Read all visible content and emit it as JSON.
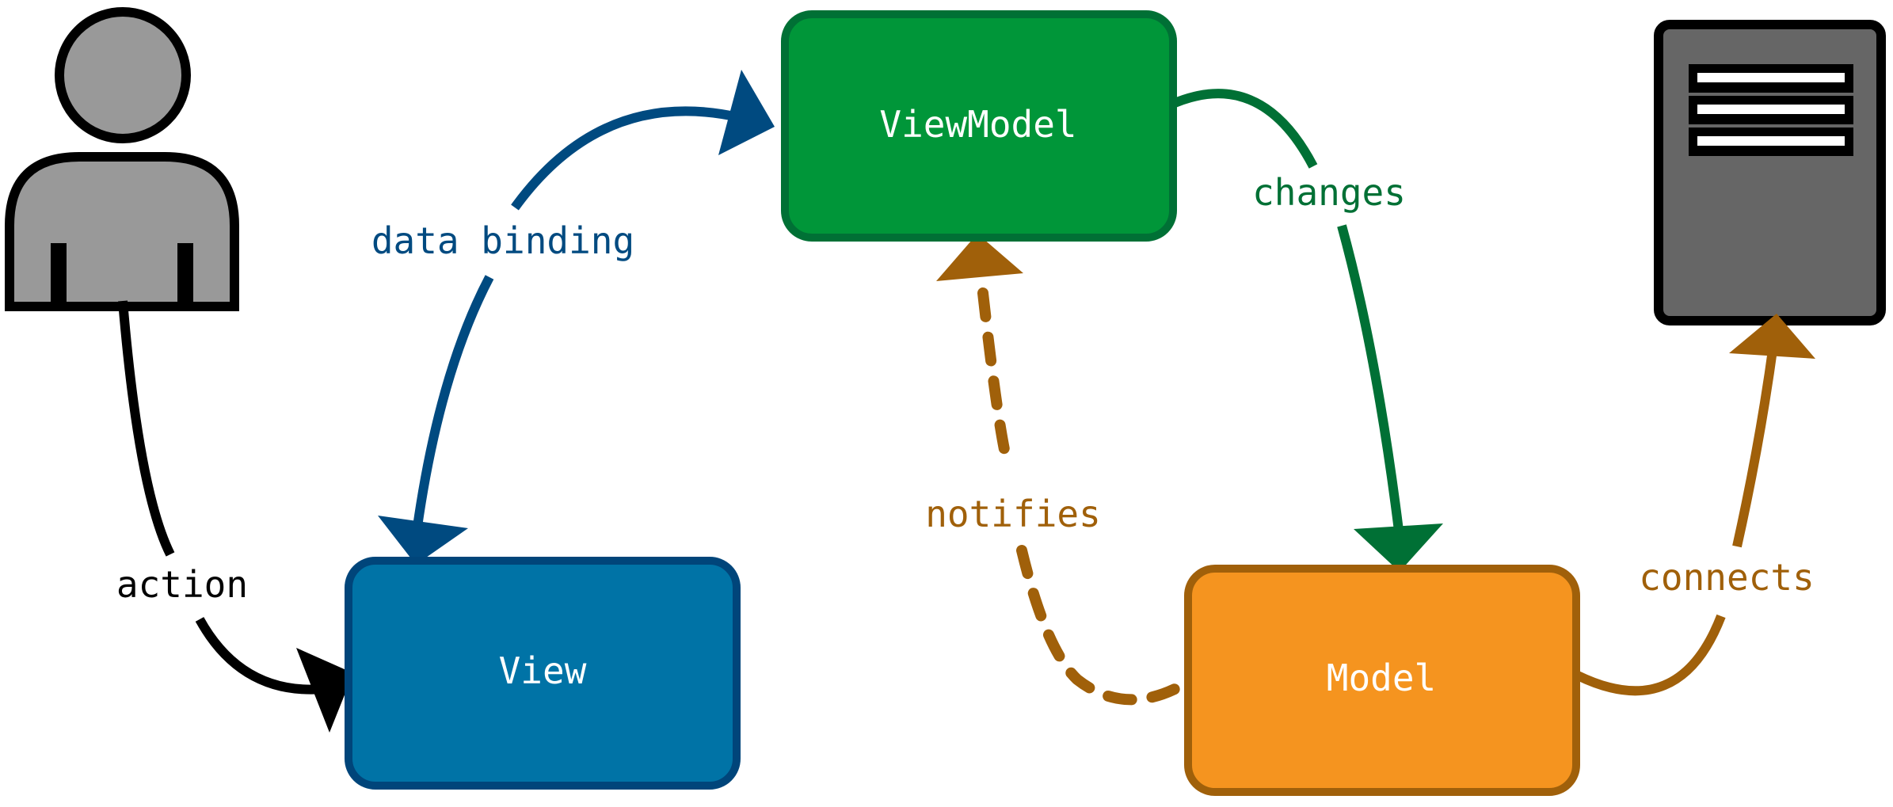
{
  "nodes": {
    "view": {
      "label": "View"
    },
    "viewmodel": {
      "label": "ViewModel"
    },
    "model": {
      "label": "Model"
    }
  },
  "actors": {
    "user": {
      "icon": "user-icon"
    },
    "server": {
      "icon": "server-icon"
    }
  },
  "edges": {
    "action": {
      "label": "action",
      "color": "#000000"
    },
    "data_binding": {
      "label": "data binding",
      "color": "#004a80"
    },
    "changes": {
      "label": "changes",
      "color": "#007035"
    },
    "notifies": {
      "label": "notifies",
      "color": "#a0600a",
      "style": "dashed"
    },
    "connects": {
      "label": "connects",
      "color": "#a0600a"
    }
  },
  "colors": {
    "view_fill": "#0073a6",
    "view_stroke": "#00457a",
    "viewmodel_fill": "#009639",
    "viewmodel_stroke": "#007035",
    "model_fill": "#f5941f",
    "model_stroke": "#a0600a",
    "user_fill": "#999999",
    "server_fill": "#666666"
  }
}
